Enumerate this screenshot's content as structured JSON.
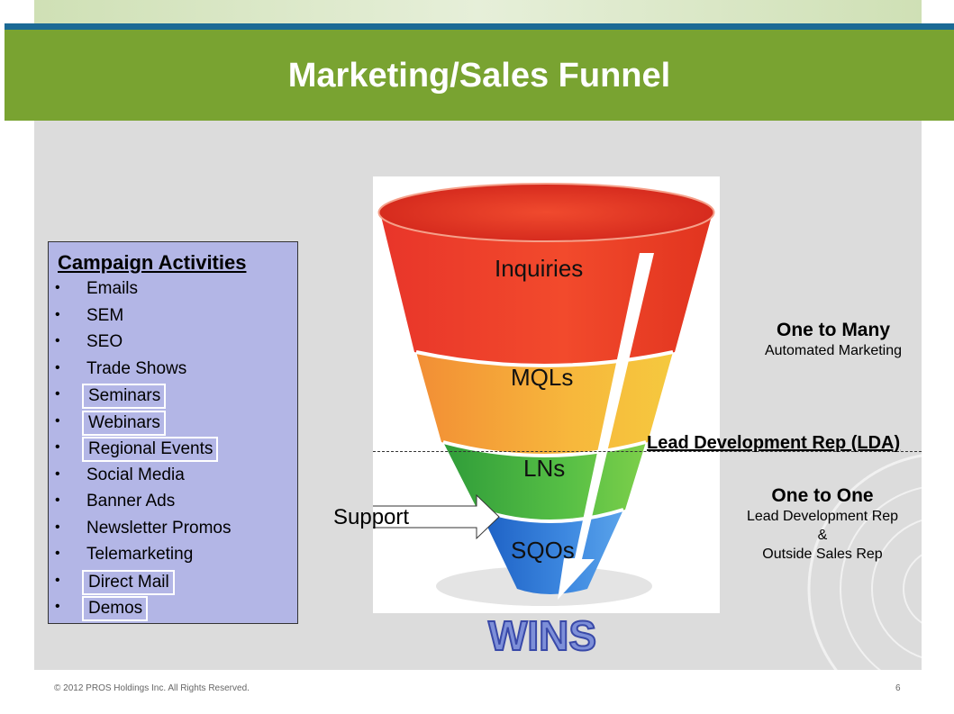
{
  "slide": {
    "title": "Marketing/Sales Funnel",
    "footer": "© 2012 PROS Holdings Inc. All Rights Reserved.",
    "page_number": "6"
  },
  "campaign": {
    "heading": "Campaign Activities",
    "bullet": "•",
    "items": [
      {
        "label": "Emails",
        "boxed": false
      },
      {
        "label": "SEM",
        "boxed": false
      },
      {
        "label": "SEO",
        "boxed": false
      },
      {
        "label": "Trade Shows",
        "boxed": false
      },
      {
        "label": "Seminars",
        "boxed": true
      },
      {
        "label": "Webinars",
        "boxed": true
      },
      {
        "label": "Regional Events",
        "boxed": true
      },
      {
        "label": "Social Media",
        "boxed": false
      },
      {
        "label": "Banner Ads",
        "boxed": false
      },
      {
        "label": "Newsletter Promos",
        "boxed": false
      },
      {
        "label": "Telemarketing",
        "boxed": false
      },
      {
        "label": "Direct Mail",
        "boxed": true
      },
      {
        "label": "Demos",
        "boxed": true
      }
    ]
  },
  "funnel": {
    "stages": [
      "Inquiries",
      "MQLs",
      "LNs",
      "SQOs"
    ],
    "result": "WINS",
    "support_label": "Support",
    "divider_label": "Lead Development Rep (LDA)"
  },
  "groups": {
    "upper": {
      "title": "One to Many",
      "lines": [
        "Automated Marketing"
      ]
    },
    "lower": {
      "title": "One to One",
      "lines": [
        "Lead Development Rep",
        "&",
        "Outside Sales Rep"
      ]
    }
  },
  "colors": {
    "header_green": "#79a331",
    "header_blue": "#1b6a95",
    "campaign_box": "#b3b6e6",
    "stage_red": "#e8352a",
    "stage_orange": "#f4a13a",
    "stage_green": "#3fae3e",
    "stage_blue": "#2f78d4",
    "wins_blue": "#7d8fd8"
  }
}
